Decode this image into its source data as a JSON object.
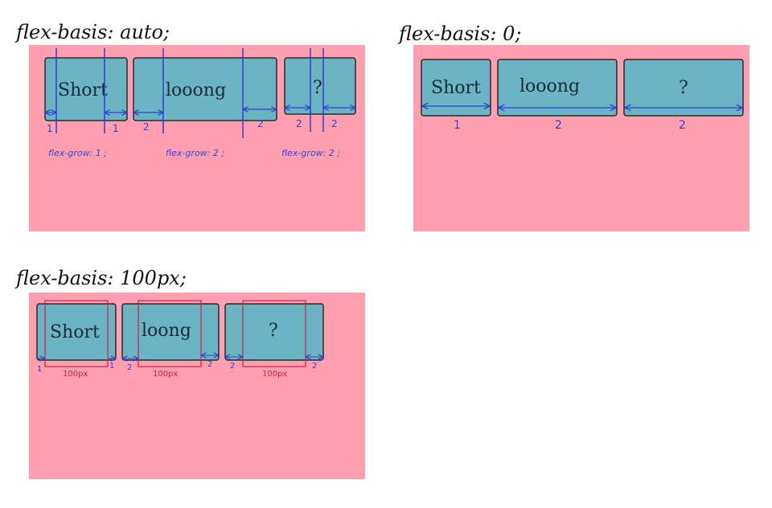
{
  "colors": {
    "panel": "#ff9fb0",
    "box": "#6bb4c4",
    "box_border": "#2a2a2a",
    "guide": "#2f3fd0",
    "basis_box": "#d02040"
  },
  "panel_auto": {
    "heading": "flex-basis: auto;",
    "boxes": [
      {
        "label": "Short",
        "left_margin": "1",
        "right_margin": "1",
        "grow": "flex-grow: 1 ;"
      },
      {
        "label": "looong",
        "left_margin": "2",
        "right_margin": "2",
        "grow": "flex-grow: 2 ;"
      },
      {
        "label": "?",
        "left_margin": "2",
        "right_margin": "2",
        "grow": "flex-grow: 2 ;"
      }
    ]
  },
  "panel_zero": {
    "heading": "flex-basis: 0;",
    "boxes": [
      {
        "label": "Short",
        "width_label": "1"
      },
      {
        "label": "looong",
        "width_label": "2"
      },
      {
        "label": "?",
        "width_label": "2"
      }
    ]
  },
  "panel_100": {
    "heading": "flex-basis: 100px;",
    "boxes": [
      {
        "label": "Short",
        "left_margin": "1",
        "right_margin": "1",
        "basis": "100px"
      },
      {
        "label": "loong",
        "left_margin": "2",
        "right_margin": "2",
        "basis": "100px"
      },
      {
        "label": "?",
        "left_margin": "2",
        "right_margin": "2",
        "basis": "100px"
      }
    ]
  }
}
